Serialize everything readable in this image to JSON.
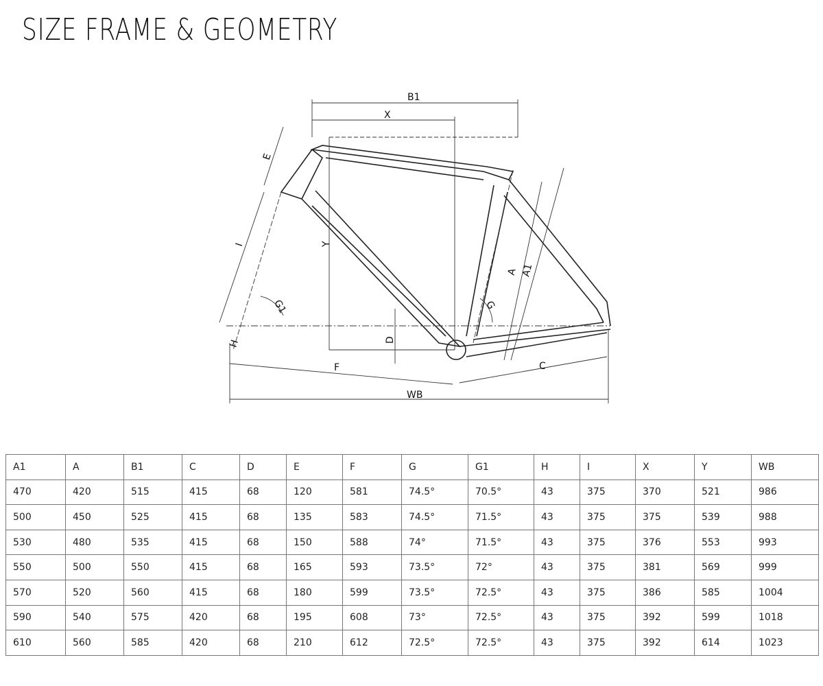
{
  "title": "SIZE FRAME & GEOMETRY",
  "diagram_labels": {
    "B1": "B1",
    "X": "X",
    "E": "E",
    "I": "I",
    "Y": "Y",
    "G1": "G1",
    "H": "H",
    "D": "D",
    "A": "A",
    "A1": "A1",
    "G": "G",
    "F": "F",
    "C": "C",
    "WB": "WB"
  },
  "table": {
    "headers": [
      "A1",
      "A",
      "B1",
      "C",
      "D",
      "E",
      "F",
      "G",
      "G1",
      "H",
      "I",
      "X",
      "Y",
      "WB"
    ],
    "rows": [
      [
        "470",
        "420",
        "515",
        "415",
        "68",
        "120",
        "581",
        "74.5°",
        "70.5°",
        "43",
        "375",
        "370",
        "521",
        "986"
      ],
      [
        "500",
        "450",
        "525",
        "415",
        "68",
        "135",
        "583",
        "74.5°",
        "71.5°",
        "43",
        "375",
        "375",
        "539",
        "988"
      ],
      [
        "530",
        "480",
        "535",
        "415",
        "68",
        "150",
        "588",
        "74°",
        "71.5°",
        "43",
        "375",
        "376",
        "553",
        "993"
      ],
      [
        "550",
        "500",
        "550",
        "415",
        "68",
        "165",
        "593",
        "73.5°",
        "72°",
        "43",
        "375",
        "381",
        "569",
        "999"
      ],
      [
        "570",
        "520",
        "560",
        "415",
        "68",
        "180",
        "599",
        "73.5°",
        "72.5°",
        "43",
        "375",
        "386",
        "585",
        "1004"
      ],
      [
        "590",
        "540",
        "575",
        "420",
        "68",
        "195",
        "608",
        "73°",
        "72.5°",
        "43",
        "375",
        "392",
        "599",
        "1018"
      ],
      [
        "610",
        "560",
        "585",
        "420",
        "68",
        "210",
        "612",
        "72.5°",
        "72.5°",
        "43",
        "375",
        "392",
        "614",
        "1023"
      ]
    ]
  }
}
